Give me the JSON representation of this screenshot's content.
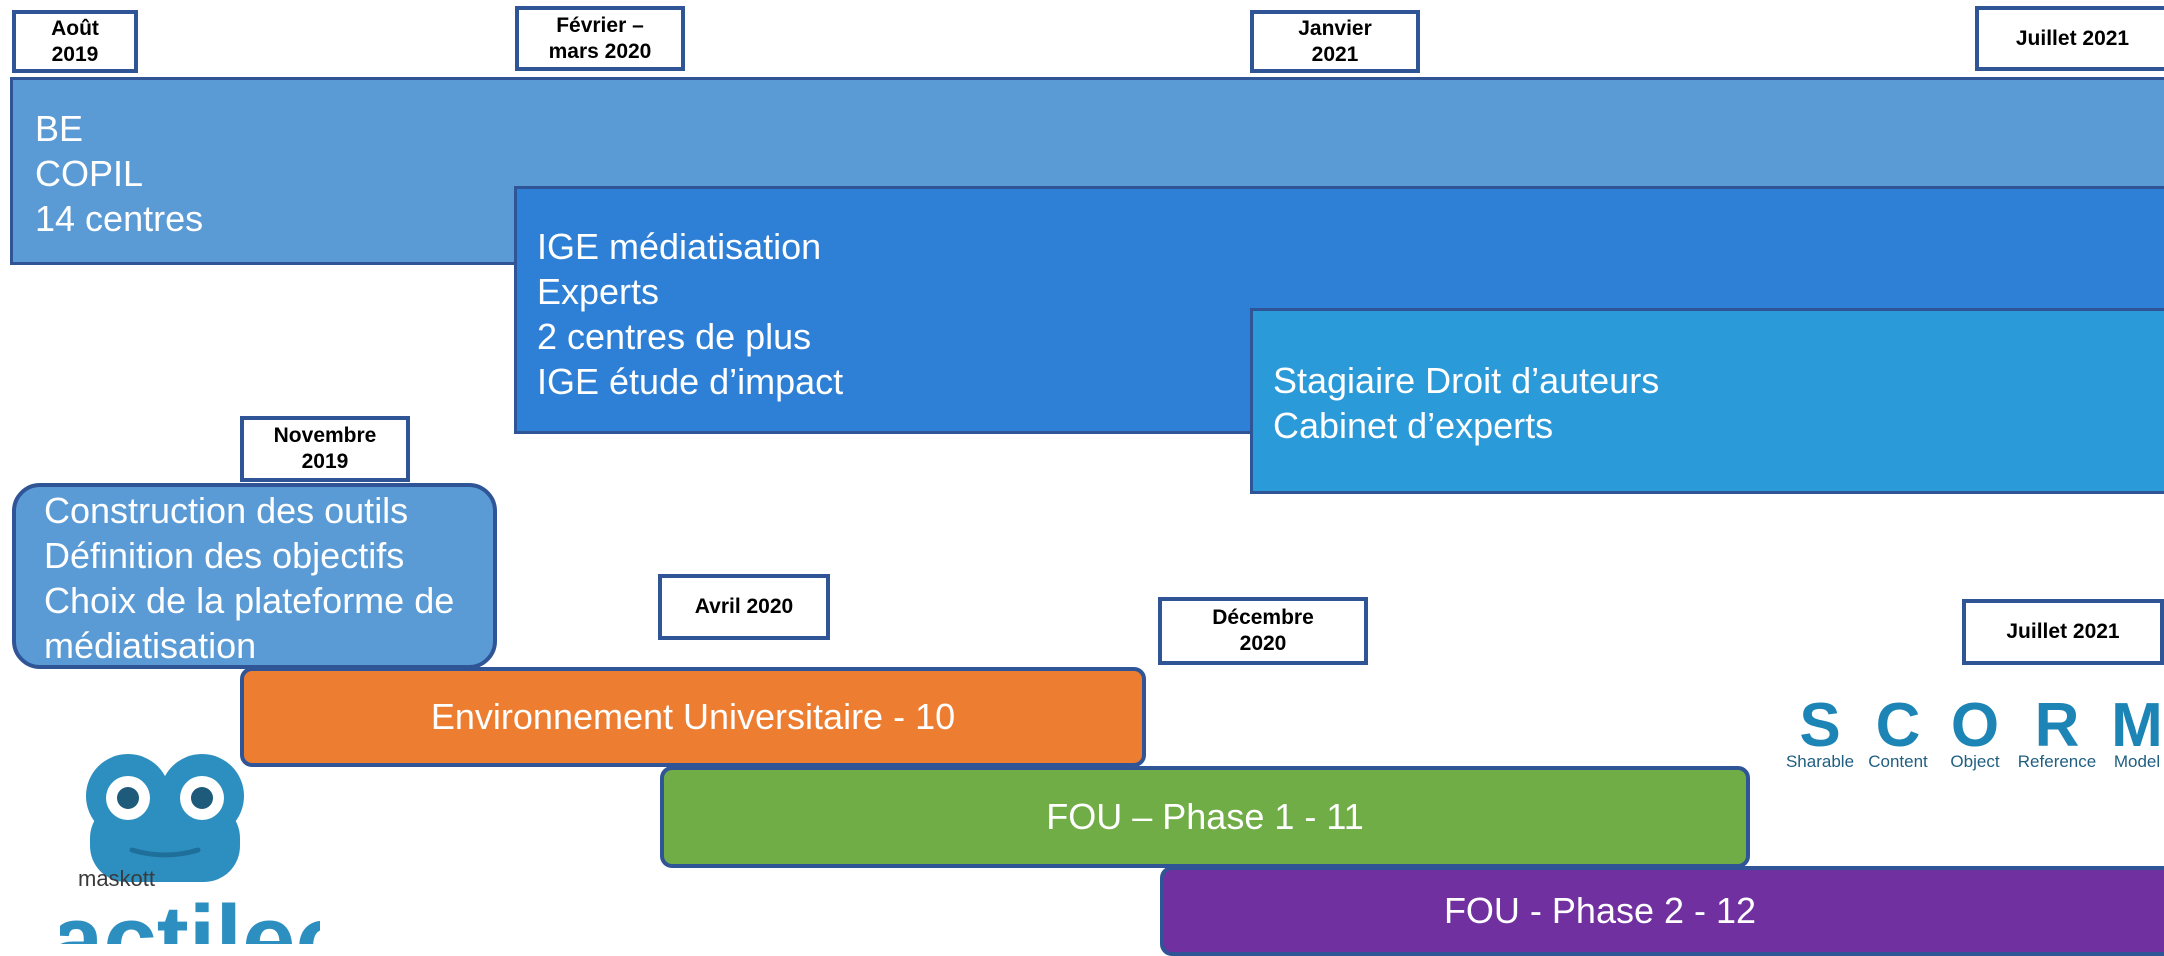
{
  "dates": {
    "aout_2019": [
      "Août",
      "2019"
    ],
    "fevrier_mars_2020": [
      "Février –",
      "mars 2020"
    ],
    "janvier_2021": [
      "Janvier",
      "2021"
    ],
    "juillet_2021_top": "Juillet 2021",
    "novembre_2019": [
      "Novembre",
      "2019"
    ],
    "avril_2020": "Avril 2020",
    "decembre_2020": [
      "Décembre",
      "2020"
    ],
    "juillet_2021_bottom": "Juillet 2021"
  },
  "bars": {
    "bar1": [
      "BE",
      "COPIL",
      "14 centres"
    ],
    "bar2": [
      "IGE médiatisation",
      "Experts",
      "2 centres de plus",
      "IGE étude d’impact"
    ],
    "bar3": [
      "Stagiaire Droit d’auteurs",
      "Cabinet d’experts"
    ]
  },
  "tools_box": [
    "Construction des outils",
    "Définition des objectifs",
    "Choix de la plateforme de",
    "médiatisation"
  ],
  "phases": {
    "env": "Environnement Universitaire - 10",
    "fou1": "FOU – Phase 1 - 11",
    "fou2": "FOU - Phase 2 - 12"
  },
  "logos": {
    "maskott": "maskott",
    "tactileo": "tactileo",
    "scorm_letters": [
      "S",
      "C",
      "O",
      "R",
      "M"
    ],
    "scorm_words": [
      "Sharable",
      "Content",
      "Object",
      "Reference",
      "Model"
    ]
  },
  "colors": {
    "border": "#2f5597",
    "bar1": "#5b9bd5",
    "bar2": "#2e7fd6",
    "bar3": "#2b9ad9",
    "tools": "#5b9bd5",
    "env": "#ed7d31",
    "fou1": "#70ad47",
    "fou2": "#7030a0",
    "logo": "#2d8fc0"
  }
}
